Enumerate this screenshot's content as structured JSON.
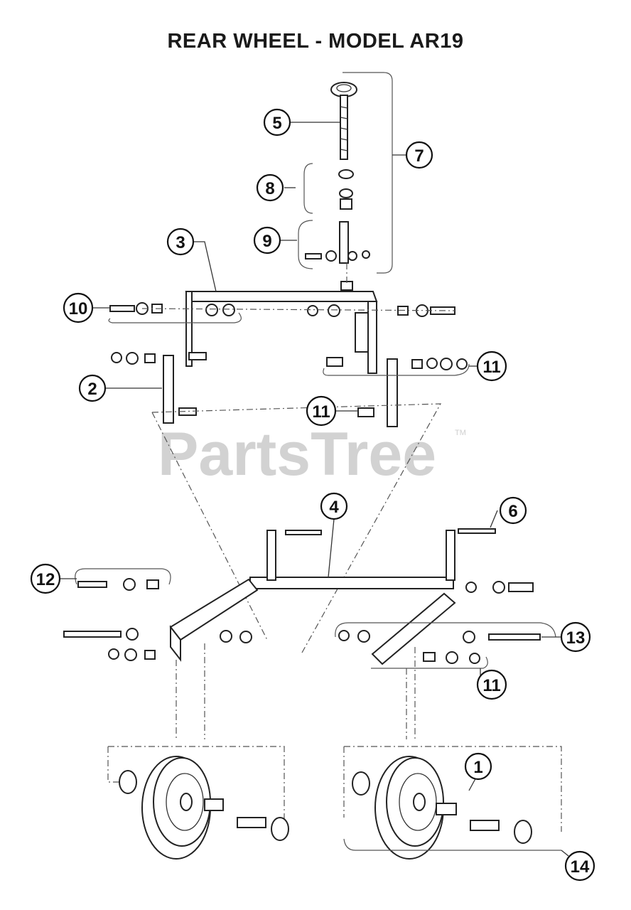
{
  "title": "REAR WHEEL - MODEL AR19",
  "watermark": {
    "text": "PartsTree",
    "tm": "TM"
  },
  "callouts": {
    "c1": "1",
    "c2": "2",
    "c3": "3",
    "c4": "4",
    "c5": "5",
    "c6": "6",
    "c7": "7",
    "c8": "8",
    "c9": "9",
    "c10": "10",
    "c11a": "11",
    "c11b": "11",
    "c11c": "11",
    "c12": "12",
    "c13": "13",
    "c14": "14"
  }
}
